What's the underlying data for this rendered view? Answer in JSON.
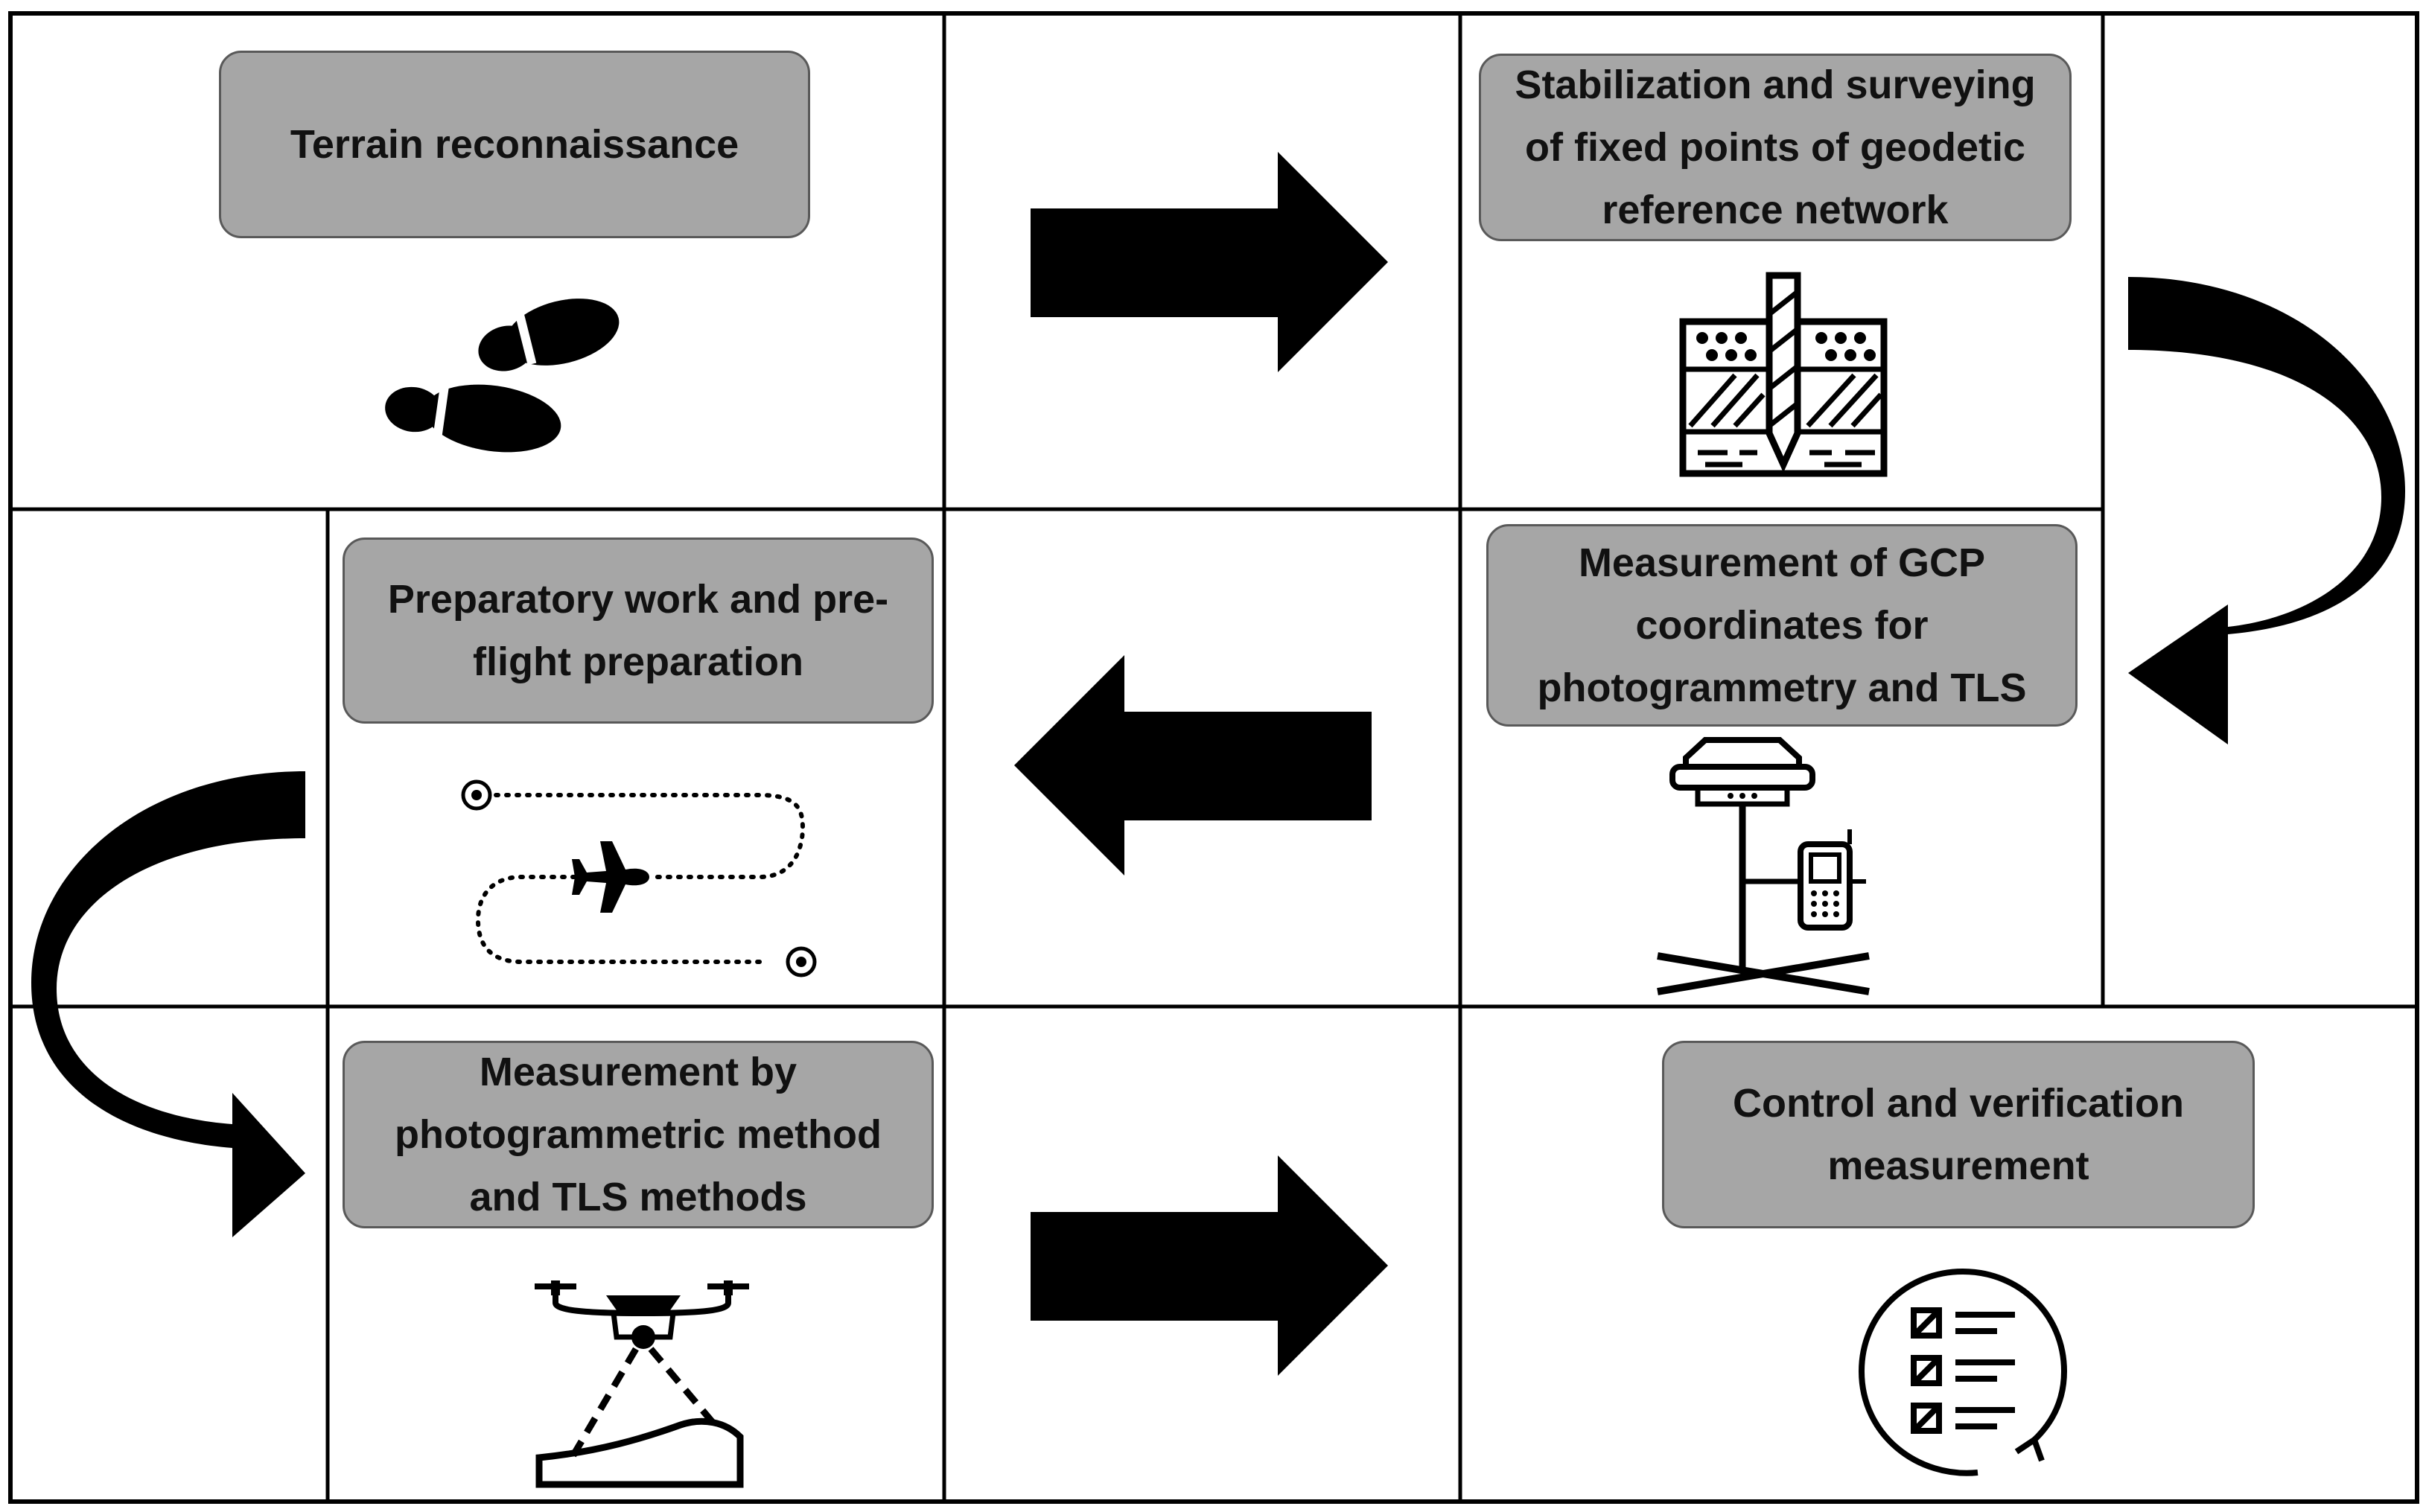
{
  "steps": {
    "terrain_reconnaissance": "Terrain reconnaissance",
    "stabilization": "Stabilization and surveying of fixed points of geodetic reference network",
    "gcp_measurement": "Measurement of GCP coordinates for photogrammetry and TLS",
    "preparatory_work": "Preparatory work and pre-flight preparation",
    "photogrammetric_measurement": "Measurement by photogrammetric method and TLS methods",
    "control_verification": "Control and verification measurement"
  },
  "icons": {
    "terrain_reconnaissance": "footprints-icon",
    "stabilization": "ground-stake-icon",
    "gcp_measurement": "gnss-receiver-icon",
    "preparatory_work": "flight-path-icon",
    "photogrammetric_measurement": "drone-scan-icon",
    "control_verification": "checklist-icon"
  },
  "colors": {
    "box_fill": "#a6a6a6",
    "box_border": "#595959",
    "arrow": "#000000",
    "grid_line": "#000000"
  }
}
